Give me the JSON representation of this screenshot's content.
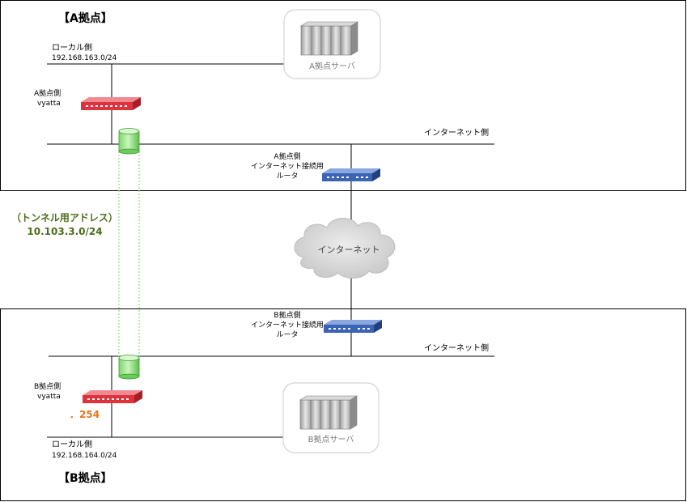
{
  "site_a": {
    "title": "【A拠点】",
    "local_side_label": "ローカル側",
    "local_subnet": "192.168.163.0/24",
    "vyatta_label_line1": "A拠点側",
    "vyatta_label_line2": "vyatta",
    "internet_side_label": "インターネット側",
    "router_label_line1": "A拠点側",
    "router_label_line2": "インターネット接続用",
    "router_label_line3": "ルータ",
    "server_caption": "A拠点サーバ"
  },
  "tunnel": {
    "label": "（トンネル用アドレス）",
    "subnet": "10.103.3.0/24"
  },
  "internet": {
    "cloud_label": "インターネット"
  },
  "site_b": {
    "title": "【B拠点】",
    "local_side_label": "ローカル側",
    "local_subnet": "192.168.164.0/24",
    "vyatta_label_line1": "B拠点側",
    "vyatta_label_line2": "vyatta",
    "vyatta_host_ip": "．254",
    "internet_side_label": "インターネット側",
    "router_label_line1": "B拠点側",
    "router_label_line2": "インターネット接続用",
    "router_label_line3": "ルータ",
    "server_caption": "B拠点サーバ"
  },
  "colors": {
    "vyatta": "#e0323c",
    "router": "#3c64b4",
    "tunnel": "#8fdc7a",
    "tunnel_label": "#4e6b1c",
    "host_ip": "#e0781a"
  }
}
